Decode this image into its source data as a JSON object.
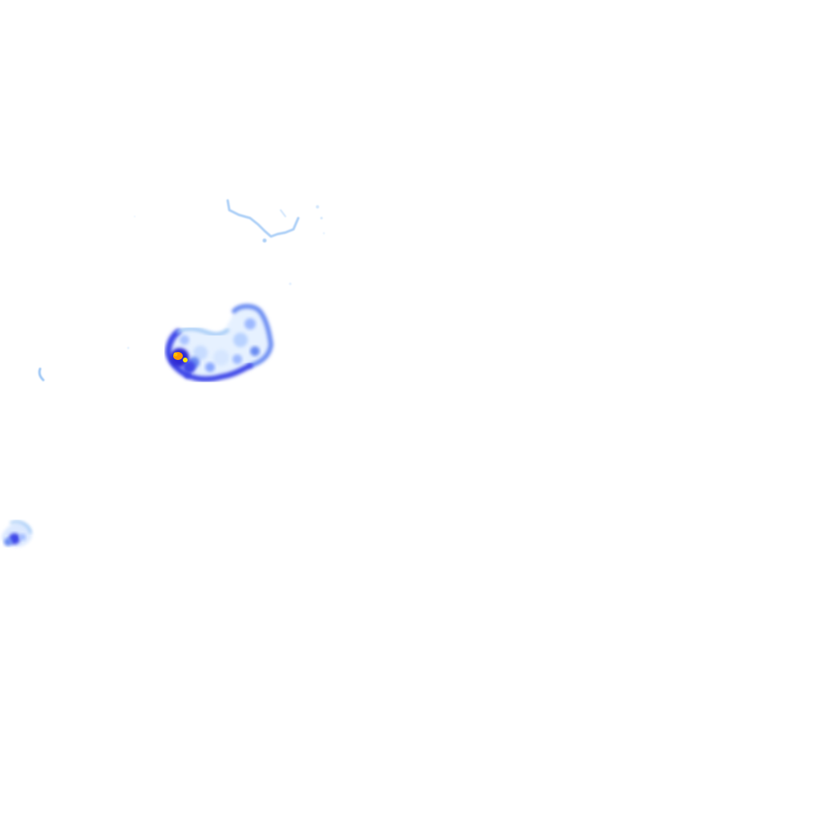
{
  "map": {
    "type": "density-heatmap-tile",
    "background": "#ffffff",
    "color_scale": [
      "#d9ebff",
      "#9cc6f5",
      "#6b8cf2",
      "#3f49e8",
      "#2d2bd4",
      "#ff9a00",
      "#ffe600"
    ],
    "features": [
      {
        "name": "streak-north",
        "intensity": "low"
      },
      {
        "name": "cluster-main",
        "intensity": "high"
      },
      {
        "name": "hotspot",
        "intensity": "peak"
      },
      {
        "name": "speck-west",
        "intensity": "low"
      },
      {
        "name": "cluster-southwest",
        "intensity": "medium"
      }
    ]
  }
}
